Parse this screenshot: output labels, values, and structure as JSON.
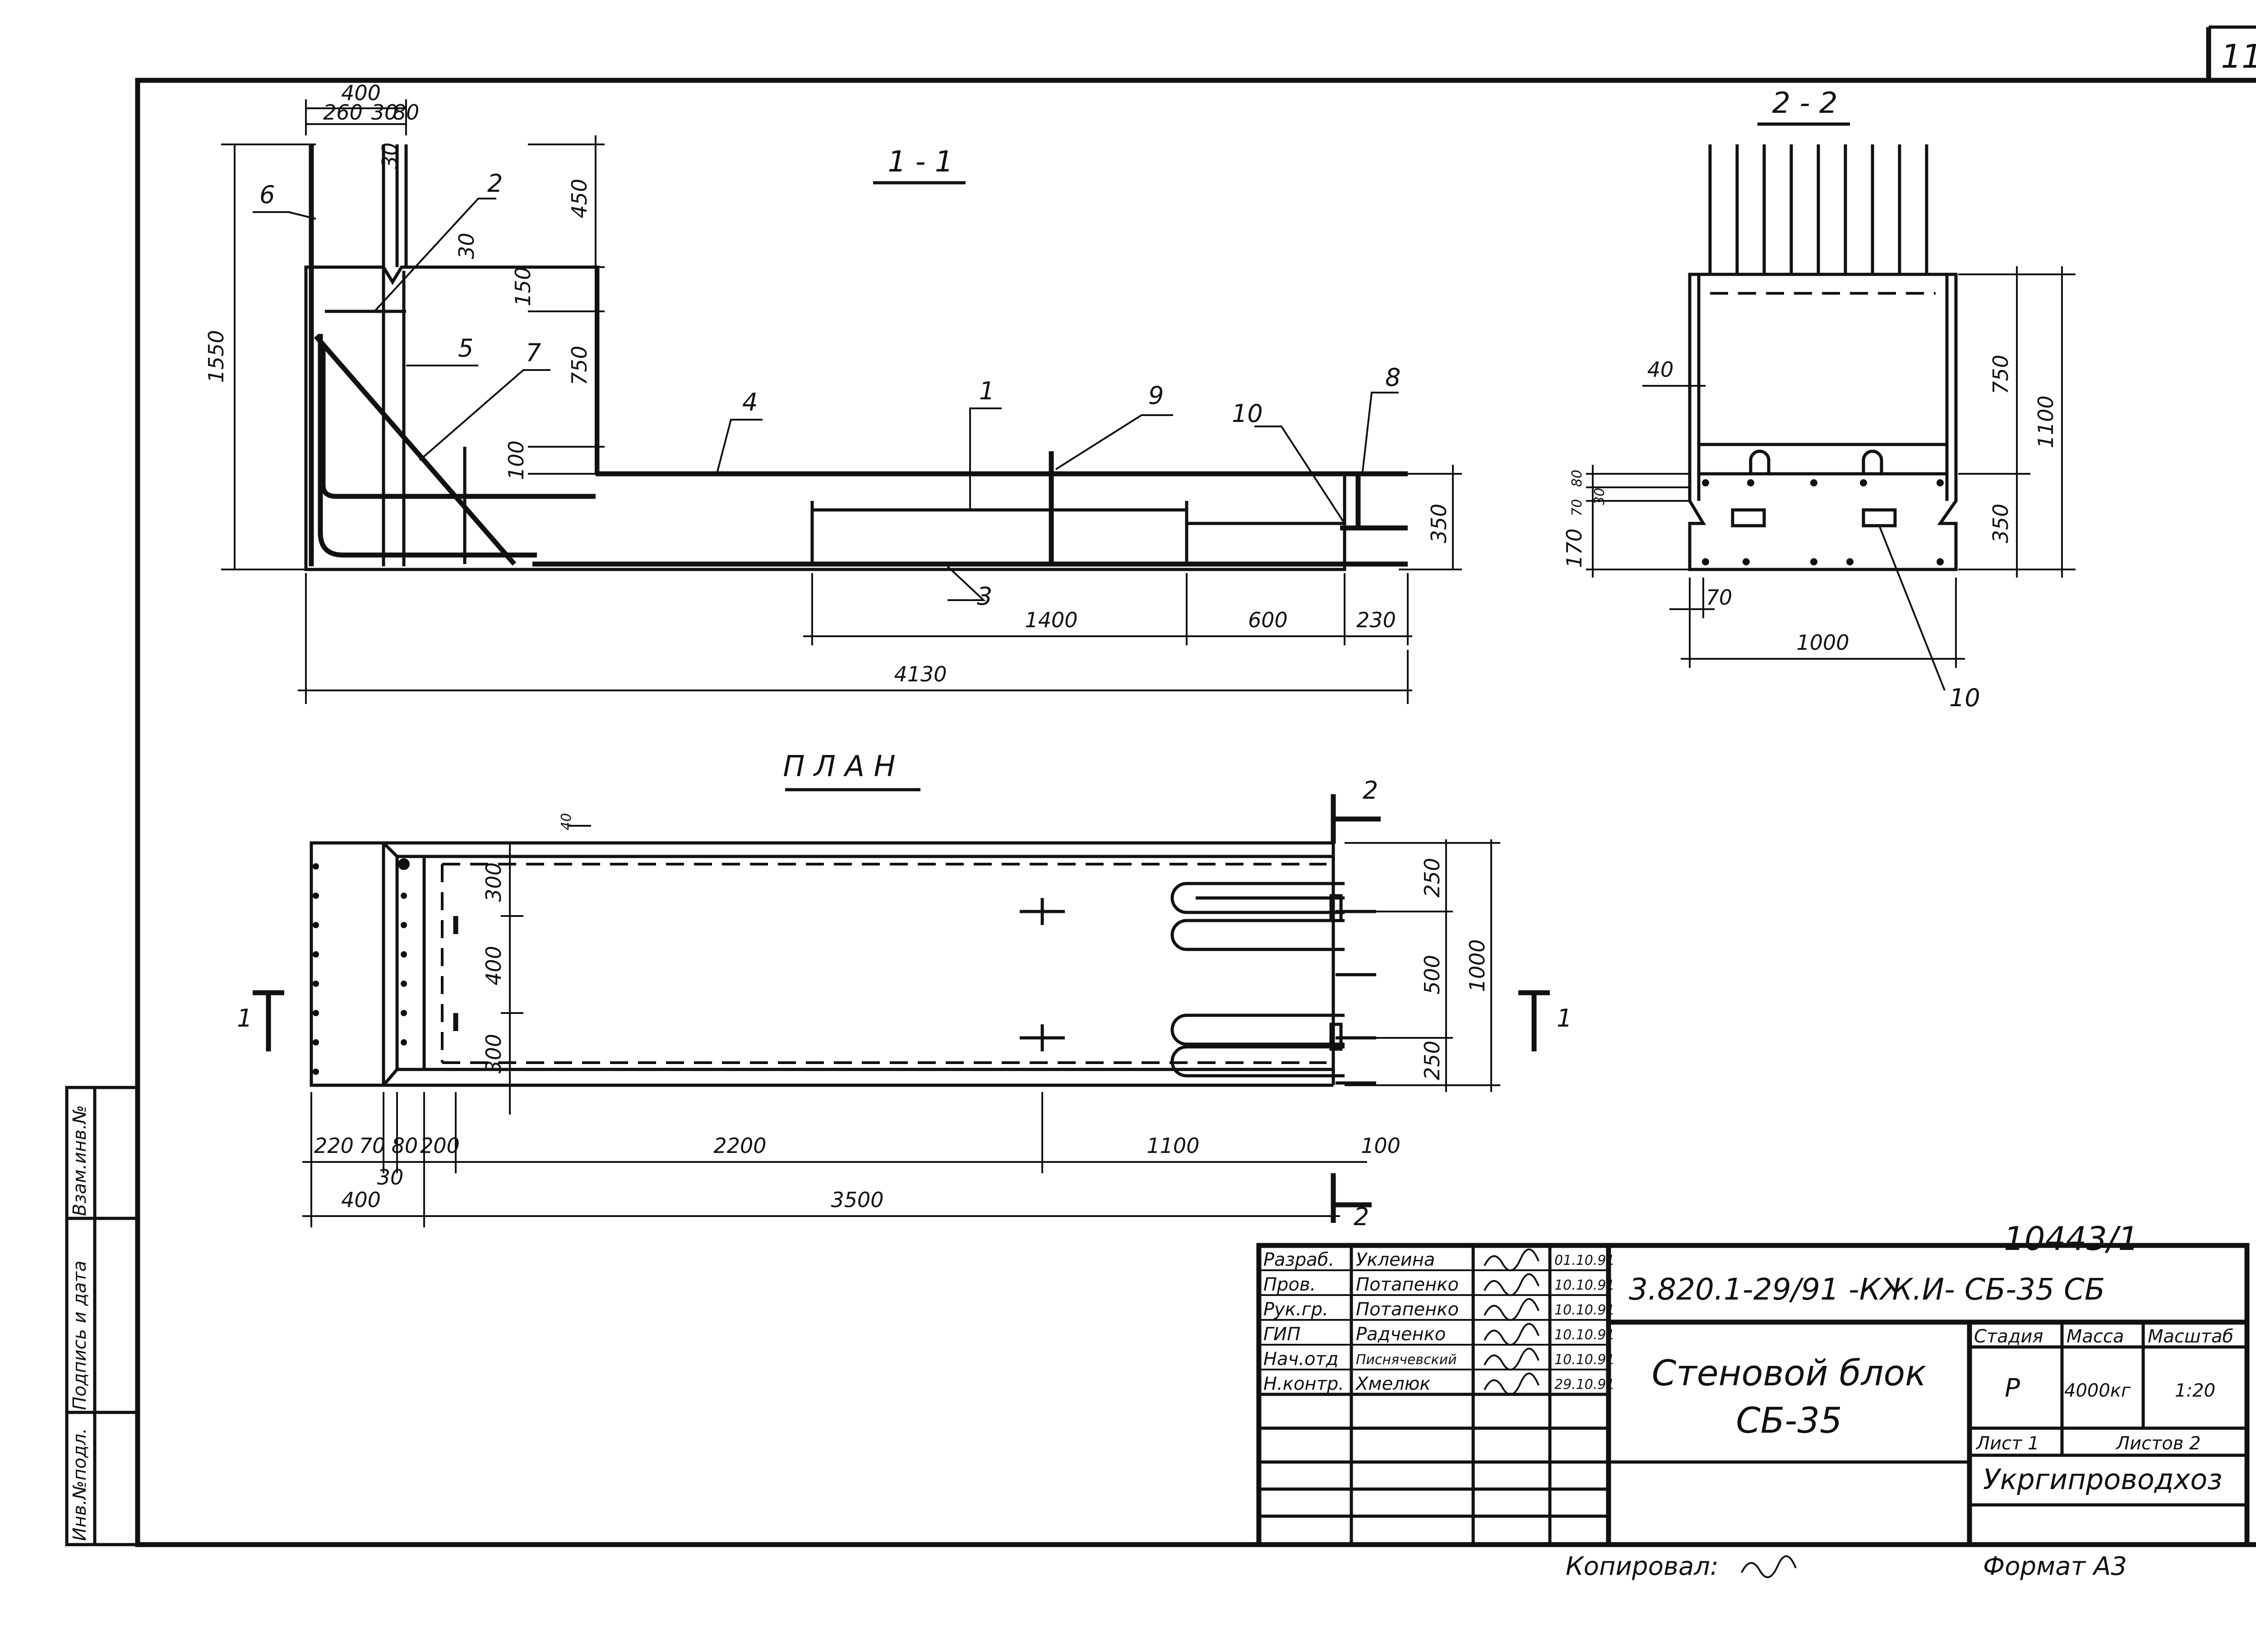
{
  "sheet_number": "11",
  "stamp": "10443/1",
  "section_1_1": {
    "title": "1 - 1",
    "dims": {
      "top_400": "400",
      "top_260": "260",
      "top_30a": "30",
      "top_80": "80",
      "top_30b": "30",
      "left_1550": "1550",
      "right_450": "450",
      "right_30": "30",
      "right_150": "150",
      "right_750": "750",
      "right_100": "100",
      "right_350": "350",
      "bottom_1400": "1400",
      "bottom_600": "600",
      "bottom_230": "230",
      "bottom_4130": "4130"
    },
    "callouts": {
      "c1": "1",
      "c2": "2",
      "c3": "3",
      "c4": "4",
      "c5": "5",
      "c6": "6",
      "c7": "7",
      "c8": "8",
      "c9": "9",
      "c10": "10"
    }
  },
  "section_2_2": {
    "title": "2 - 2",
    "dims": {
      "d750": "750",
      "d1100": "1100",
      "d350": "350",
      "d40": "40",
      "d80": "80",
      "d70": "70",
      "d30": "30",
      "d170": "170",
      "d70b": "70",
      "d1000": "1000"
    },
    "callout_10": "10"
  },
  "plan": {
    "title": "П Л А Н",
    "section_mark_1": "1",
    "section_mark_2": "2",
    "dims": {
      "d40": "40",
      "d300a": "300",
      "d400": "400",
      "d300b": "300",
      "d250a": "250",
      "d500": "500",
      "d250b": "250",
      "d1000": "1000",
      "b220": "220",
      "b70": "70",
      "b80": "80",
      "b200": "200",
      "b30": "30",
      "b2200": "2200",
      "b1100": "1100",
      "b100": "100",
      "b400": "400",
      "b3500": "3500"
    }
  },
  "side_strip": {
    "col1": "Инв.№подл.",
    "col2": "Подпись и дата",
    "col3": "Взам.инв.№"
  },
  "title_block": {
    "doc_code": "3.820.1-29/91 -КЖ.И- СБ-35 СБ",
    "name_line1": "Стеновой блок",
    "name_line2": "СБ-35",
    "org": "Укргипроводхоз",
    "stage_label": "Стадия",
    "mass_label": "Масса",
    "scale_label": "Масштаб",
    "stage": "Р",
    "mass": "4000кг",
    "scale": "1:20",
    "sheet_label": "Лист 1",
    "sheets_label": "Листов 2",
    "rows": [
      {
        "role": "Разраб.",
        "name": "Уклеина",
        "date": "01.10.91"
      },
      {
        "role": "Пров.",
        "name": "Потапенко",
        "date": "10.10.91"
      },
      {
        "role": "Рук.гр.",
        "name": "Потапенко",
        "date": "10.10.91"
      },
      {
        "role": "ГИП",
        "name": "Радченко",
        "date": "10.10.91"
      },
      {
        "role": "Нач.отд",
        "name": "Писнячевский",
        "date": "10.10.91"
      },
      {
        "role": "Н.контр.",
        "name": "Хмелюк",
        "date": "29.10.91"
      }
    ],
    "copied_label": "Копировал:",
    "format_label": "Формат А3"
  }
}
